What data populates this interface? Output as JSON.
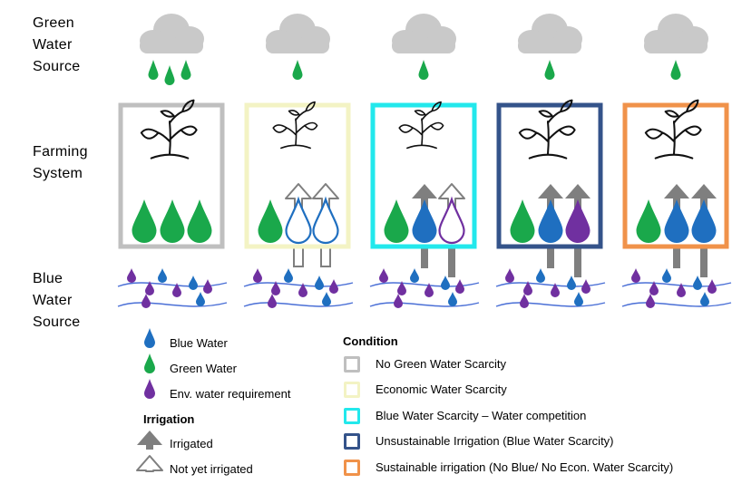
{
  "row_labels": {
    "green_source": [
      "Green",
      "Water",
      "Source"
    ],
    "farming": [
      "Farming",
      "System"
    ],
    "blue_source": [
      "Blue",
      "Water",
      "Source"
    ]
  },
  "colors": {
    "blue_water": "#1f6fc0",
    "green_water": "#1aa84b",
    "env_water": "#7030a0",
    "arrow": "#7f7f7f",
    "cloud": "#c9c9c9",
    "river": "#4a6fd6"
  },
  "panels": [
    {
      "condition": "No Green Water Scarcity",
      "border": "#bfbfbf",
      "rain_drops": 3,
      "drops": [
        "green",
        "green",
        "green"
      ],
      "arrows": [
        "none",
        "none",
        "none"
      ],
      "irrigation_pipes": [
        "none",
        "none",
        "none"
      ]
    },
    {
      "condition": "Economic Water Scarcity",
      "border": "#f3f3c4",
      "rain_drops": 1,
      "drops": [
        "green",
        "blue-outline",
        "blue-outline"
      ],
      "arrows": [
        "none",
        "not-irrigated",
        "not-irrigated"
      ],
      "irrigation_pipes": [
        "none",
        "outline",
        "outline"
      ]
    },
    {
      "condition": "Blue Water Scarcity – Water competition",
      "border": "#22e8ec",
      "rain_drops": 1,
      "drops": [
        "green",
        "blue",
        "env-outline"
      ],
      "arrows": [
        "none",
        "irrigated",
        "not-irrigated"
      ],
      "irrigation_pipes": [
        "none",
        "solid",
        "solid"
      ]
    },
    {
      "condition": "Unsustainable Irrigation (Blue Water Scarcity)",
      "border": "#34538a",
      "rain_drops": 1,
      "drops": [
        "green",
        "blue",
        "env"
      ],
      "arrows": [
        "none",
        "irrigated",
        "irrigated"
      ],
      "irrigation_pipes": [
        "none",
        "solid",
        "solid"
      ]
    },
    {
      "condition": "Sustainable irrigation (No Blue/ No Econ. Water Scarcity)",
      "border": "#f0924a",
      "rain_drops": 1,
      "drops": [
        "green",
        "blue",
        "blue"
      ],
      "arrows": [
        "none",
        "irrigated",
        "irrigated"
      ],
      "irrigation_pipes": [
        "none",
        "solid",
        "solid"
      ]
    }
  ],
  "legend": {
    "drops": [
      {
        "label": "Blue Water",
        "kind": "blue"
      },
      {
        "label": "Green Water",
        "kind": "green"
      },
      {
        "label": "Env. water requirement",
        "kind": "env"
      }
    ],
    "irrigation_title": "Irrigation",
    "irrigation": [
      {
        "label": "Irrigated",
        "kind": "irrigated"
      },
      {
        "label": "Not yet irrigated",
        "kind": "not-irrigated"
      }
    ],
    "condition_title": "Condition",
    "conditions": [
      {
        "label": "No Green Water Scarcity",
        "color": "#bfbfbf"
      },
      {
        "label": "Economic Water Scarcity",
        "color": "#f3f3c4"
      },
      {
        "label": "Blue Water Scarcity – Water competition",
        "color": "#22e8ec"
      },
      {
        "label": "Unsustainable Irrigation (Blue Water Scarcity)",
        "color": "#34538a"
      },
      {
        "label": "Sustainable irrigation (No Blue/ No Econ. Water Scarcity)",
        "color": "#f0924a"
      }
    ]
  }
}
